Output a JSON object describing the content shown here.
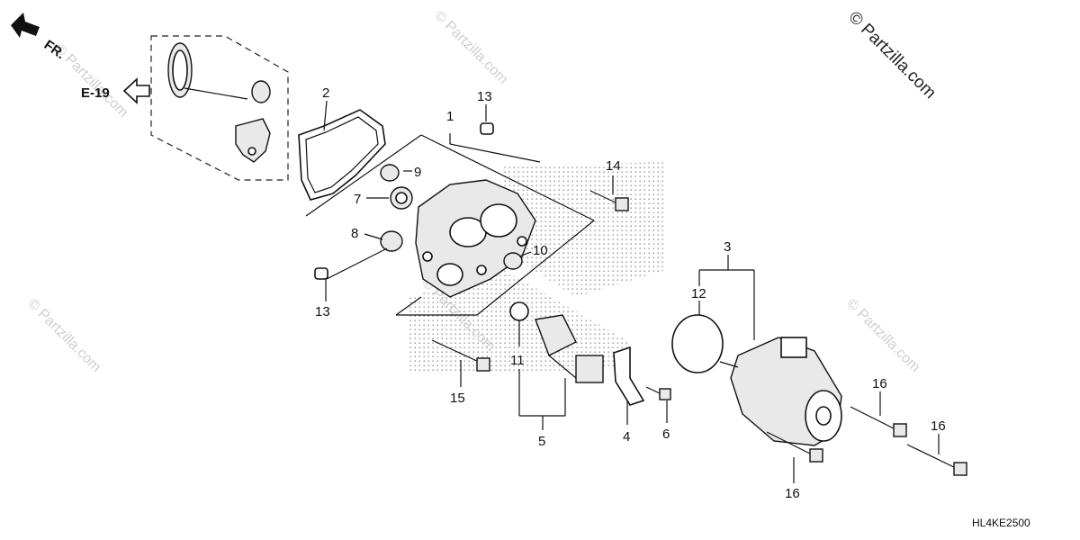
{
  "watermark": {
    "main": "© Partzilla.com",
    "faint": "© Partzilla.com"
  },
  "direction_label": "FR.",
  "reference_label": "E-19",
  "diagram_code": "HL4KE2500",
  "callouts": {
    "c1": "1",
    "c2": "2",
    "c3": "3",
    "c4": "4",
    "c5": "5",
    "c6": "6",
    "c7": "7",
    "c8": "8",
    "c9": "9",
    "c10": "10",
    "c11": "11",
    "c12": "12",
    "c13a": "13",
    "c13b": "13",
    "c14": "14",
    "c15": "15",
    "c16a": "16",
    "c16b": "16",
    "c16c": "16"
  }
}
